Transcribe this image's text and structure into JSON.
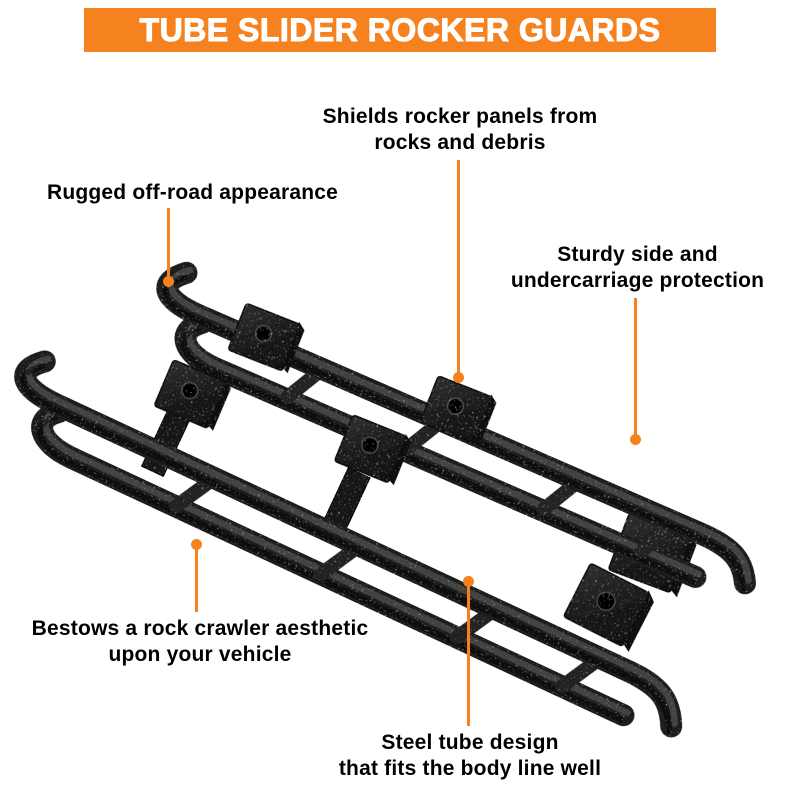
{
  "header": {
    "title": "TUBE SLIDER ROCKER GUARDS"
  },
  "annotations": {
    "shields": {
      "text": "Shields rocker panels from\nrocks and debris"
    },
    "rugged": {
      "text": "Rugged off-road appearance"
    },
    "sturdy": {
      "text": "Sturdy side and\nundercarriage protection"
    },
    "bestows": {
      "text": "Bestows a rock crawler aesthetic\nupon your vehicle"
    },
    "steel": {
      "text": "Steel tube design\nthat fits the body line well"
    }
  },
  "product": {
    "items": [
      "rocker-guard-upper",
      "rocker-guard-lower"
    ]
  },
  "colors": {
    "accent_orange": "#f5821f",
    "text_black": "#000000",
    "product_black": "#1d1d1d",
    "background": "#ffffff"
  }
}
